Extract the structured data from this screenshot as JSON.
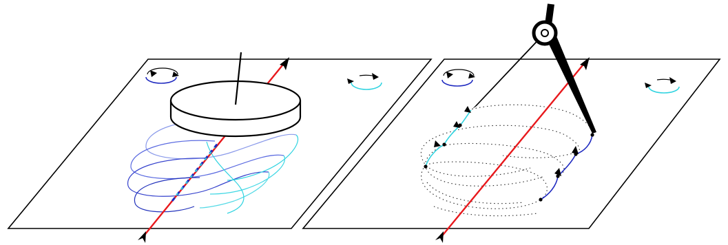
{
  "diagram": {
    "panels": [
      {
        "id": "left",
        "elements": [
          "plane",
          "axis",
          "disk",
          "disk-spindle",
          "helix",
          "rotation-indicator-ccw",
          "rotation-indicator-cw"
        ]
      },
      {
        "id": "right",
        "elements": [
          "plane",
          "axis",
          "compass",
          "dotted-helix",
          "traced-arcs",
          "rotation-indicator-ccw",
          "rotation-indicator-cw"
        ]
      }
    ],
    "colors": {
      "plane_stroke": "#000000",
      "axis": "#e8181c",
      "helix_blue": "#1f2ac0",
      "helix_cyan": "#2ed3e0",
      "compass": "#000000",
      "dotted": "#222222",
      "background": "#ffffff"
    },
    "icons": [
      "rotation-arrow-icon",
      "arrowhead-icon",
      "compass-icon",
      "disk-icon"
    ]
  }
}
